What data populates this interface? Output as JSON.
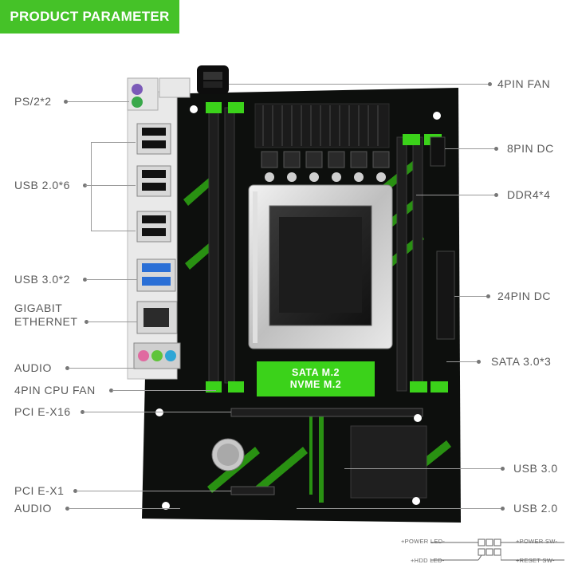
{
  "header": {
    "title": "PRODUCT PARAMETER"
  },
  "left_labels": {
    "ps2": "PS/2*2",
    "usb2": "USB 2.0*6",
    "usb3": "USB 3.0*2",
    "lan_line1": "GIGABIT",
    "lan_line2": "ETHERNET",
    "audio_top": "AUDIO",
    "cpu_fan": "4PIN CPU FAN",
    "pcie16": "PCI E-X16",
    "pcie1": "PCI E-X1",
    "audio_bottom": "AUDIO"
  },
  "right_labels": {
    "fan4": "4PIN FAN",
    "dc8": "8PIN DC",
    "ddr4": "DDR4*4",
    "dc24": "24PIN DC",
    "sata": "SATA 3.0*3",
    "usb3": "USB 3.0",
    "usb2": "USB 2.0"
  },
  "board_text": {
    "m2_line1": "SATA M.2",
    "m2_line2": "NVME M.2"
  },
  "front_panel": {
    "power_led": "+POWER LED-",
    "power_sw": "+POWER SW-",
    "hdd_led": "+HDD LED-",
    "reset_sw": "+RESET SW-"
  },
  "colors": {
    "accent_green": "#45c228",
    "board_black": "#0d0f0d",
    "board_green": "#3bd21a",
    "usb3_blue": "#2a6fd6"
  }
}
